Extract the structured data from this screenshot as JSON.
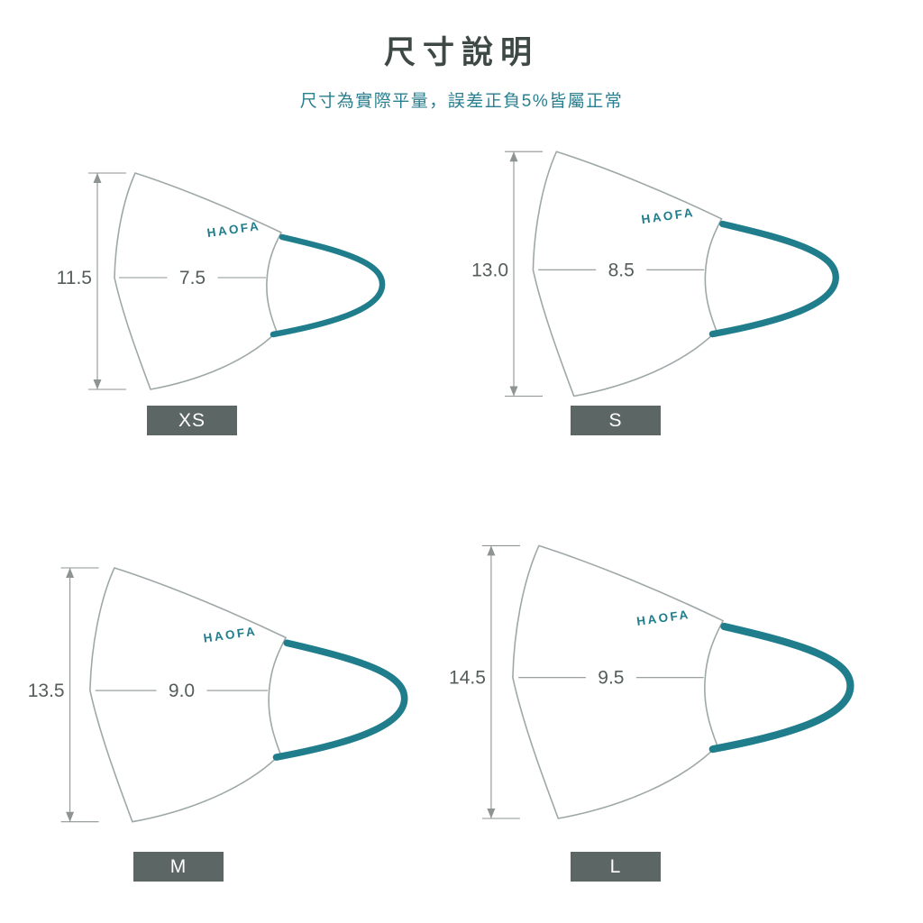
{
  "header": {
    "title": "尺寸說明",
    "subtitle": "尺寸為實際平量，誤差正負5%皆屬正常"
  },
  "brand": "HAOFA",
  "colors": {
    "teal": "#1f7d8c",
    "outline": "#9fa8a8",
    "dim": "#8e9494",
    "number": "#545d5b",
    "label_bg": "#5c6665",
    "title_text": "#3e4844"
  },
  "sizes": [
    {
      "label": "XS",
      "height": "11.5",
      "width": "7.5"
    },
    {
      "label": "S",
      "height": "13.0",
      "width": "8.5"
    },
    {
      "label": "M",
      "height": "13.5",
      "width": "9.0"
    },
    {
      "label": "L",
      "height": "14.5",
      "width": "9.5"
    }
  ],
  "chart_data": {
    "type": "table",
    "title": "尺寸說明",
    "note": "尺寸為實際平量，誤差正負5%皆屬正常",
    "columns": [
      "size",
      "height_cm",
      "width_cm"
    ],
    "rows": [
      [
        "XS",
        11.5,
        7.5
      ],
      [
        "S",
        13.0,
        8.5
      ],
      [
        "M",
        13.5,
        9.0
      ],
      [
        "L",
        14.5,
        9.5
      ]
    ],
    "unit_note": "dimensions shown on mask diagrams with arrows"
  }
}
